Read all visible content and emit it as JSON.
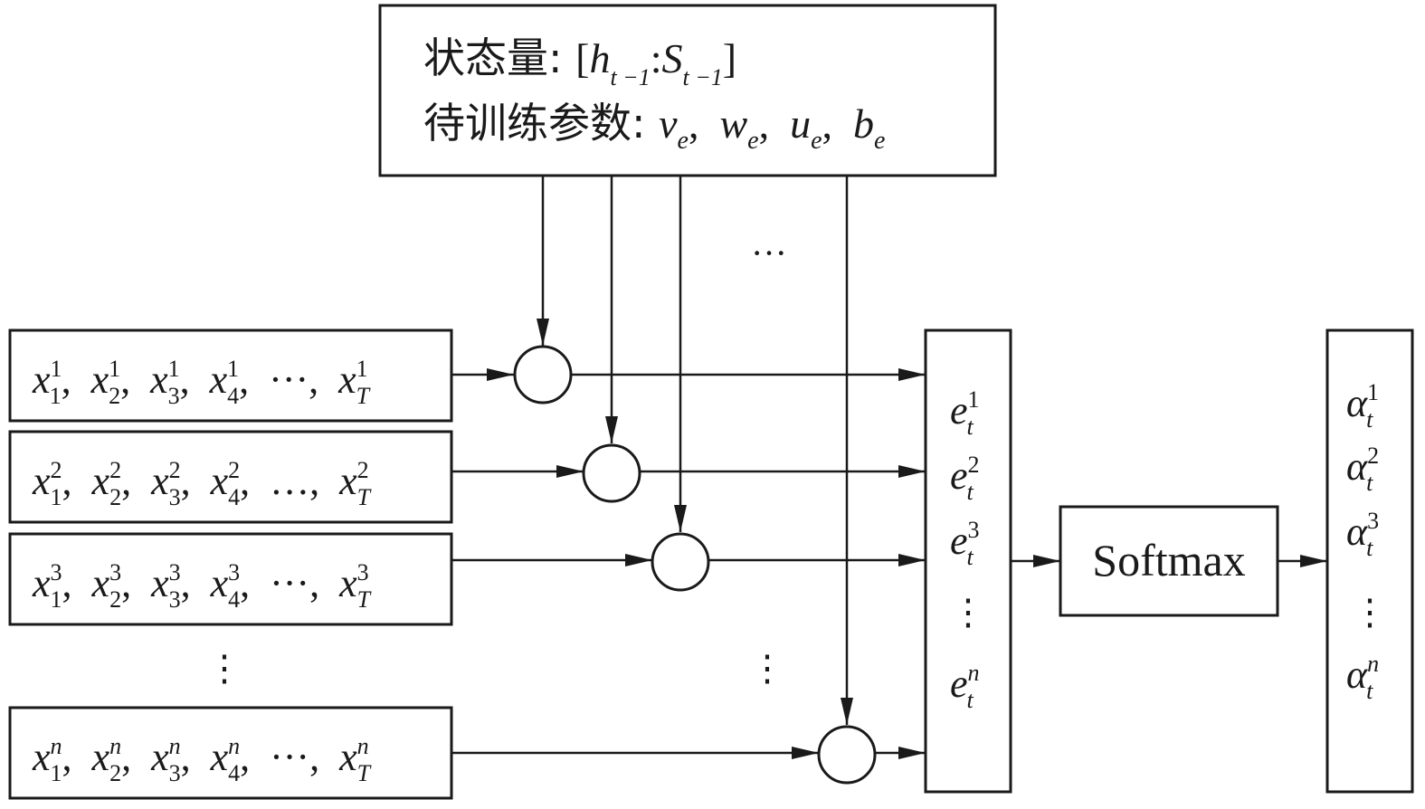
{
  "state_box": {
    "line1": {
      "label": "状态量: ",
      "bracket_open": "[",
      "h": "h",
      "h_sub": "t −1",
      "colon": ":",
      "s": "S",
      "s_sub": "t −1",
      "bracket_close": "]"
    },
    "line2": {
      "label": "待训练参数: ",
      "params": [
        {
          "sym": "v",
          "sub": "e",
          "sep": ","
        },
        {
          "sym": "w",
          "sub": "e",
          "sep": ","
        },
        {
          "sym": "u",
          "sub": "e",
          "sep": ","
        },
        {
          "sym": "b",
          "sub": "e",
          "sep": ""
        }
      ]
    }
  },
  "input_rows": [
    {
      "sup": "1",
      "terms": [
        {
          "v": "x",
          "sub": "1",
          "sep": ","
        },
        {
          "v": "x",
          "sub": "2",
          "sep": ","
        },
        {
          "v": "x",
          "sub": "3",
          "sep": ","
        },
        {
          "v": "x",
          "sub": "4",
          "sep": ","
        }
      ],
      "ellipsis": "···,",
      "last": {
        "v": "x",
        "sub": "T"
      }
    },
    {
      "sup": "2",
      "terms": [
        {
          "v": "x",
          "sub": "1",
          "sep": ","
        },
        {
          "v": "x",
          "sub": "2",
          "sep": ","
        },
        {
          "v": "x",
          "sub": "3",
          "sep": ","
        },
        {
          "v": "x",
          "sub": "4",
          "sep": ","
        }
      ],
      "ellipsis": "…,",
      "last": {
        "v": "x",
        "sub": "T"
      }
    },
    {
      "sup": "3",
      "terms": [
        {
          "v": "x",
          "sub": "1",
          "sep": ","
        },
        {
          "v": "x",
          "sub": "2",
          "sep": ","
        },
        {
          "v": "x",
          "sub": "3",
          "sep": ","
        },
        {
          "v": "x",
          "sub": "4",
          "sep": ","
        }
      ],
      "ellipsis": "···,",
      "last": {
        "v": "x",
        "sub": "T"
      }
    },
    {
      "sup": "n",
      "terms": [
        {
          "v": "x",
          "sub": "1",
          "sep": ","
        },
        {
          "v": "x",
          "sub": "2",
          "sep": ","
        },
        {
          "v": "x",
          "sub": "3",
          "sep": ","
        },
        {
          "v": "x",
          "sub": "4",
          "sep": ","
        }
      ],
      "ellipsis": "···,",
      "last": {
        "v": "x",
        "sub": "T"
      }
    }
  ],
  "energy_column": [
    {
      "v": "e",
      "sup": "1",
      "sub": "t"
    },
    {
      "v": "e",
      "sup": "2",
      "sub": "t"
    },
    {
      "v": "e",
      "sup": "3",
      "sub": "t"
    },
    {
      "v": "e",
      "sup": "n",
      "sub": "t"
    }
  ],
  "softmax_label": "Softmax",
  "alpha_column": [
    {
      "v": "α",
      "sup": "1",
      "sub": "t"
    },
    {
      "v": "α",
      "sup": "2",
      "sub": "t"
    },
    {
      "v": "α",
      "sup": "3",
      "sub": "t"
    },
    {
      "v": "α",
      "sup": "n",
      "sub": "t"
    }
  ],
  "horizontal_ellipsis": "···",
  "vertical_ellipsis": "⋮"
}
